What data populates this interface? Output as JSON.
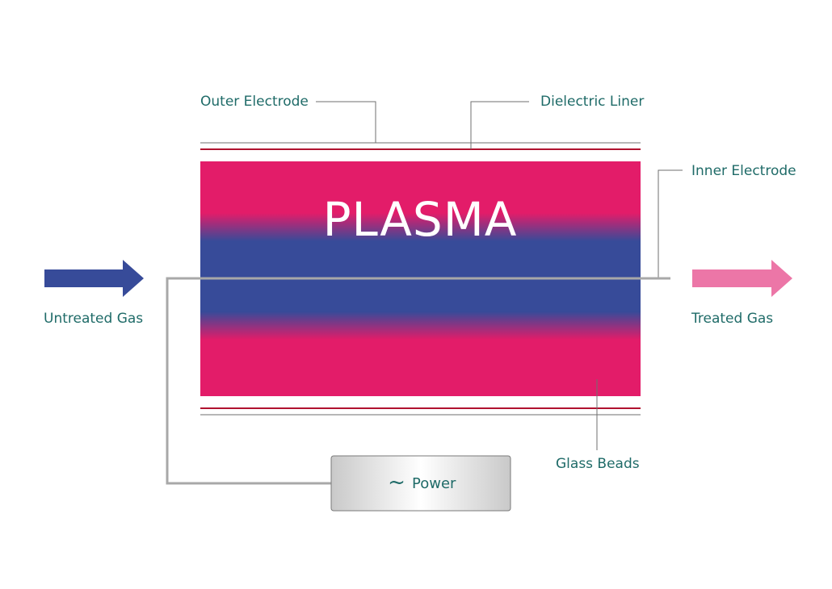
{
  "labels": {
    "outer_electrode": "Outer Electrode",
    "dielectric_liner": "Dielectric Liner",
    "inner_electrode": "Inner Electrode",
    "untreated_gas": "Untreated Gas",
    "treated_gas": "Treated Gas",
    "glass_beads": "Glass Beads"
  },
  "plasma_label": "PLASMA",
  "power": {
    "symbol": "~",
    "label": "Power"
  },
  "colors": {
    "label_text": "#1f6b68",
    "plasma_pink": "#e31c69",
    "plasma_blue": "#374b99",
    "electrode_line": "#b0122f",
    "leader_line": "#6f6f6f",
    "wire": "#a8a8a8",
    "arrow_in": "#374b99",
    "arrow_out": "#ec76a7"
  },
  "icons": {
    "inlet_arrow": "arrow-right-icon",
    "outlet_arrow": "arrow-right-icon",
    "power_symbol": "ac-tilde-icon"
  }
}
